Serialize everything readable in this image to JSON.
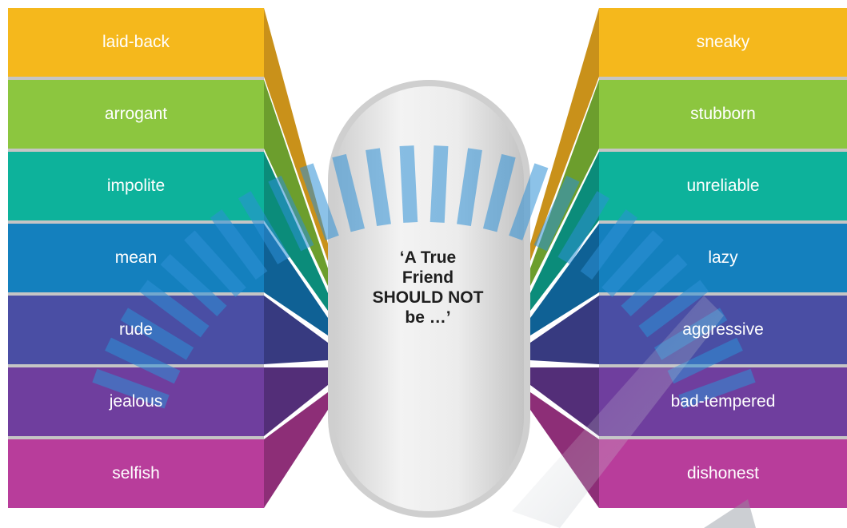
{
  "center": {
    "lines": [
      "‘A True",
      "Friend",
      "SHOULD NOT",
      "be …’"
    ]
  },
  "left_items": [
    {
      "label": "laid-back",
      "color": "#F5B81C",
      "dark": "#C9911A"
    },
    {
      "label": "arrogant",
      "color": "#8CC63F",
      "dark": "#6C9E2D"
    },
    {
      "label": "impolite",
      "color": "#0DB29B",
      "dark": "#0B8C7A"
    },
    {
      "label": "mean",
      "color": "#1480BE",
      "dark": "#0F6195"
    },
    {
      "label": "rude",
      "color": "#4A4EA4",
      "dark": "#373A80"
    },
    {
      "label": "jealous",
      "color": "#6F3E9E",
      "dark": "#532E78"
    },
    {
      "label": "selfish",
      "color": "#B83D9B",
      "dark": "#8D2E77"
    }
  ],
  "right_items": [
    {
      "label": "sneaky",
      "color": "#F5B81C",
      "dark": "#C9911A"
    },
    {
      "label": "stubborn",
      "color": "#8CC63F",
      "dark": "#6C9E2D"
    },
    {
      "label": "unreliable",
      "color": "#0DB29B",
      "dark": "#0B8C7A"
    },
    {
      "label": "lazy",
      "color": "#1480BE",
      "dark": "#0F6195"
    },
    {
      "label": "aggressive",
      "color": "#4A4EA4",
      "dark": "#373A80"
    },
    {
      "label": "bad-tempered",
      "color": "#6F3E9E",
      "dark": "#532E78"
    },
    {
      "label": "dishonest",
      "color": "#B83D9B",
      "dark": "#8D2E77"
    }
  ],
  "colors": {
    "pill_fill": "#E6E6E6",
    "pill_border": "#BDBDBD",
    "arc_color": "#2E8FD6"
  }
}
